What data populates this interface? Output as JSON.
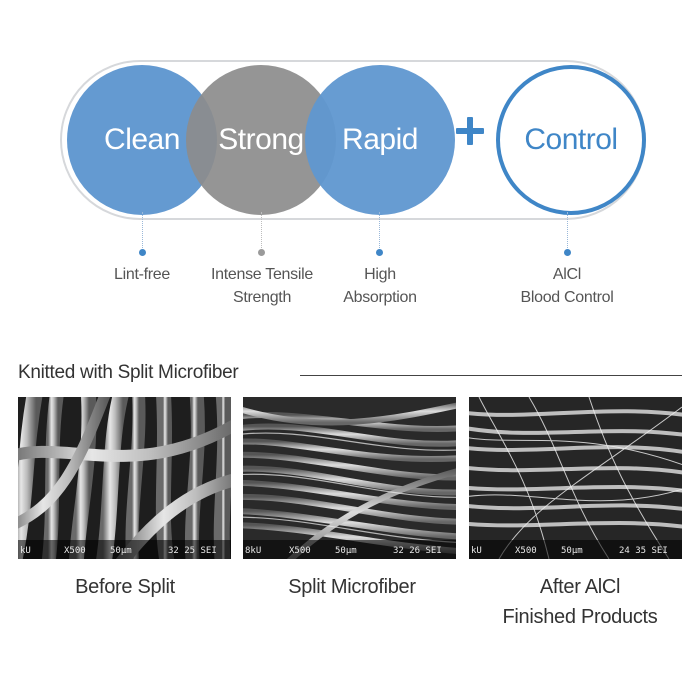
{
  "features": [
    {
      "title": "Clean",
      "desc": [
        "Lint-free"
      ],
      "color": "#5f97d0"
    },
    {
      "title": "Strong",
      "desc": [
        "Intense Tensile",
        "Strength"
      ],
      "color": "#8c8c8c"
    },
    {
      "title": "Rapid",
      "desc": [
        "High",
        "Absorption"
      ],
      "color": "#5f97d0"
    },
    {
      "title": "Control",
      "desc": [
        "AlCl",
        "Blood Control"
      ],
      "color": "#3f86c7"
    }
  ],
  "plus_symbol": "+",
  "section": {
    "title": "Knitted with Split Microfiber"
  },
  "images": [
    {
      "caption": [
        "Before Split"
      ],
      "sem_text": {
        "left": "kU",
        "mag": "X500",
        "scale": "50µm",
        "right": "32 25 SEI"
      }
    },
    {
      "caption": [
        "Split Microfiber"
      ],
      "sem_text": {
        "left": "8kU",
        "mag": "X500",
        "scale": "50µm",
        "right": "32 26 SEI"
      }
    },
    {
      "caption": [
        "After AlCl",
        "Finished Products"
      ],
      "sem_text": {
        "left": "kU",
        "mag": "X500",
        "scale": "50µm",
        "right": "24 35 SEI"
      }
    }
  ],
  "colors": {
    "accent": "#3f86c7",
    "gray": "#8c8c8c",
    "border": "#d6d8db"
  }
}
